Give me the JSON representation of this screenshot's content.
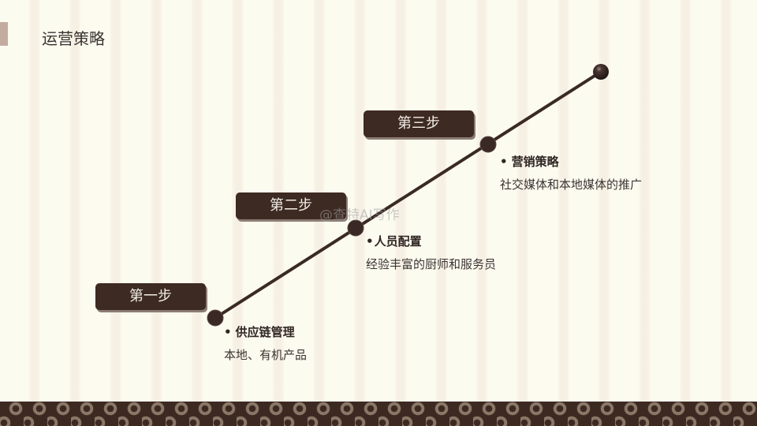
{
  "slide": {
    "title": "运营策略"
  },
  "steps": [
    {
      "badge": "第一步",
      "label": "供应链管理",
      "description": "本地、有机产品"
    },
    {
      "badge": "第二步",
      "label": "人员配置",
      "description": "经验丰富的厨师和服务员"
    },
    {
      "badge": "第三步",
      "label": "营销策略",
      "description": "社交媒体和本地媒体的推广"
    }
  ],
  "bullet": "•",
  "watermark": "@查特AI写作",
  "colors": {
    "badge_bg": "#3d2a22",
    "line": "#3a2a24",
    "accent_bar": "#c4aba0",
    "footer": "#3c2a22"
  }
}
